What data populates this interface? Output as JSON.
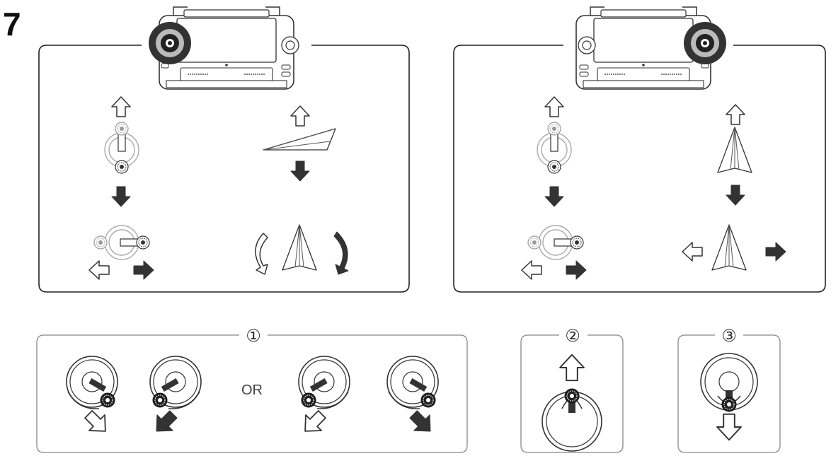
{
  "figure": {
    "step_number": "7",
    "or_label": "OR",
    "circled_labels": [
      "①",
      "②",
      "③"
    ]
  },
  "panels": [
    {
      "highlighted_stick": "left",
      "stick_motions": [
        "up",
        "down",
        "left",
        "right"
      ],
      "aircraft_motions": [
        "ascend",
        "descend",
        "rotate-left",
        "rotate-right"
      ]
    },
    {
      "highlighted_stick": "right",
      "stick_motions": [
        "up",
        "down",
        "left",
        "right"
      ],
      "aircraft_motions": [
        "forward",
        "backward",
        "left",
        "right"
      ]
    }
  ],
  "icons": {
    "arrow_outline": "hollow-arrow-icon",
    "arrow_filled": "solid-arrow-icon",
    "remote_controller": "remote-controller-icon",
    "joystick": "joystick-icon",
    "paper_plane": "aircraft-icon"
  }
}
